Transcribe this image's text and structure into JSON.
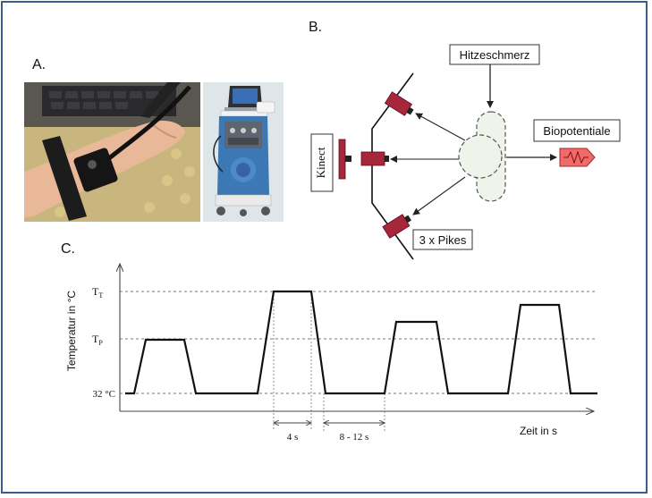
{
  "figure": {
    "panel_a": {
      "label": "A."
    },
    "panel_b": {
      "label": "B.",
      "boxes": {
        "heat_pain": "Hitzeschmerz",
        "biopotentials": "Biopotentiale",
        "kinect": "Kinect",
        "pikes": "3 x Pikes"
      }
    },
    "panel_c": {
      "label": "C.",
      "ylabel": "Temperatur in °C",
      "xlabel": "Zeit in s",
      "ticks": {
        "tt_main": "T",
        "tt_sub": "T",
        "tp_main": "T",
        "tp_sub": "P",
        "base": "32 °C"
      },
      "intervals": {
        "plateau": "4 s",
        "pause": "8 - 12 s"
      }
    }
  },
  "colors": {
    "frame": "#3a5e8c",
    "camera": "#a8263a",
    "biopotential": "#f06a6a"
  }
}
